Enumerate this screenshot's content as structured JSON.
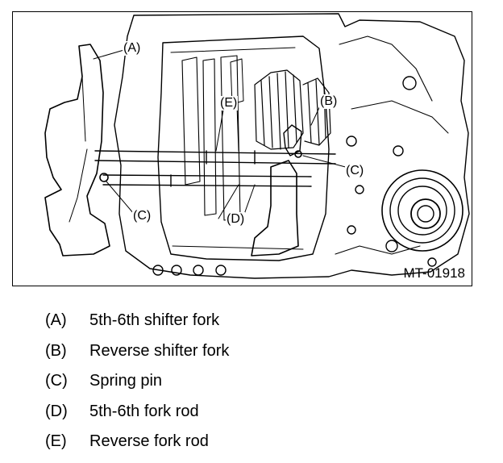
{
  "figure": {
    "id": "MT-01918",
    "callouts": {
      "a": "(A)",
      "b": "(B)",
      "c_left": "(C)",
      "c_right": "(C)",
      "d": "(D)",
      "e": "(E)"
    }
  },
  "legend": [
    {
      "key": "(A)",
      "text": "5th-6th shifter fork"
    },
    {
      "key": "(B)",
      "text": "Reverse shifter fork"
    },
    {
      "key": "(C)",
      "text": "Spring pin"
    },
    {
      "key": "(D)",
      "text": "5th-6th fork rod"
    },
    {
      "key": "(E)",
      "text": "Reverse fork rod"
    }
  ]
}
